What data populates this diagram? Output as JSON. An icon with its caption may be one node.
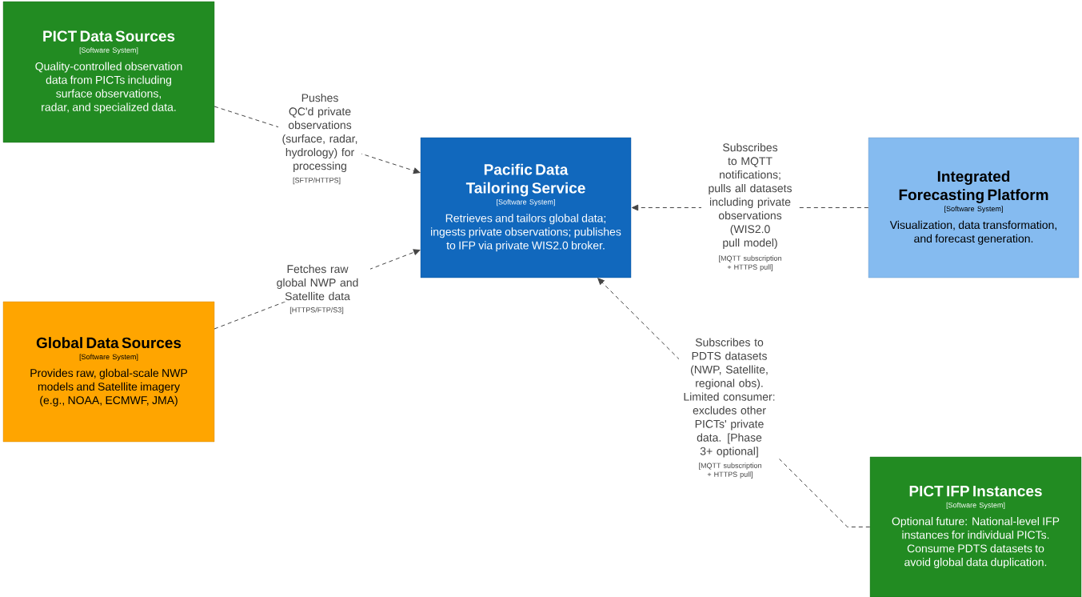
{
  "diagram": {
    "nodes": [
      {
        "text": [
          "PICT Data Sources",
          "[Software System]",
          "Quality-controlled observation data from PICTs including surface observations, radar, and specialized data."
        ]
      },
      {
        "text": [
          "Pacific Data Tailoring Service",
          "[Software System]",
          "Retrieves and tailors global data; ingests private observations; publishes to IFP via private WIS2.0 broker."
        ]
      },
      {
        "text": [
          "Integrated Forecasting Platform",
          "[Software System]",
          "Visualization, data transformation, and forecast generation."
        ]
      },
      {
        "text": [
          "Global Data Sources",
          "[Software System]",
          "Provides raw, global-scale NWP models and Satellite imagery (e.g., NOAA, ECMWF, JMA)"
        ]
      },
      {
        "text": [
          "PICT IFP Instances",
          "[Software System]",
          "Optional future: National-level IFP instances for individual PICTs. Consume PDTS datasets to avoid global data duplication."
        ]
      }
    ],
    "edges": [
      {
        "from": 0,
        "to": 1,
        "arrow": "to",
        "style": "dashed",
        "label": "Pushes QC'd private observations (surface, radar, hydrology) for processing"
      },
      {
        "from": 3,
        "to": 1,
        "arrow": "to",
        "style": "dashed",
        "label": "Fetches raw global NWP and Satellite data"
      },
      {
        "from": 2,
        "to": 1,
        "arrow": "to",
        "style": "dashed",
        "label": "Subscribes to MQTT notifications; pulls all datasets including private observations (WIS2.0 pull model)"
      },
      {
        "from": 4,
        "to": 1,
        "arrow": "to",
        "style": "dashed",
        "label": "Subscribes to PDTS datasets (NWP, Satellite, regional obs). Limited consumer: excludes other PICTs' private data. [Phase 3+ optional]"
      }
    ],
    "labels": [
      "[SFTP/HTTPS]",
      "[HTTPS/FTP/S3]",
      "[MQTT subscription + HTTPS pull]",
      "[MQTT subscription + HTTPS pull]"
    ]
  }
}
